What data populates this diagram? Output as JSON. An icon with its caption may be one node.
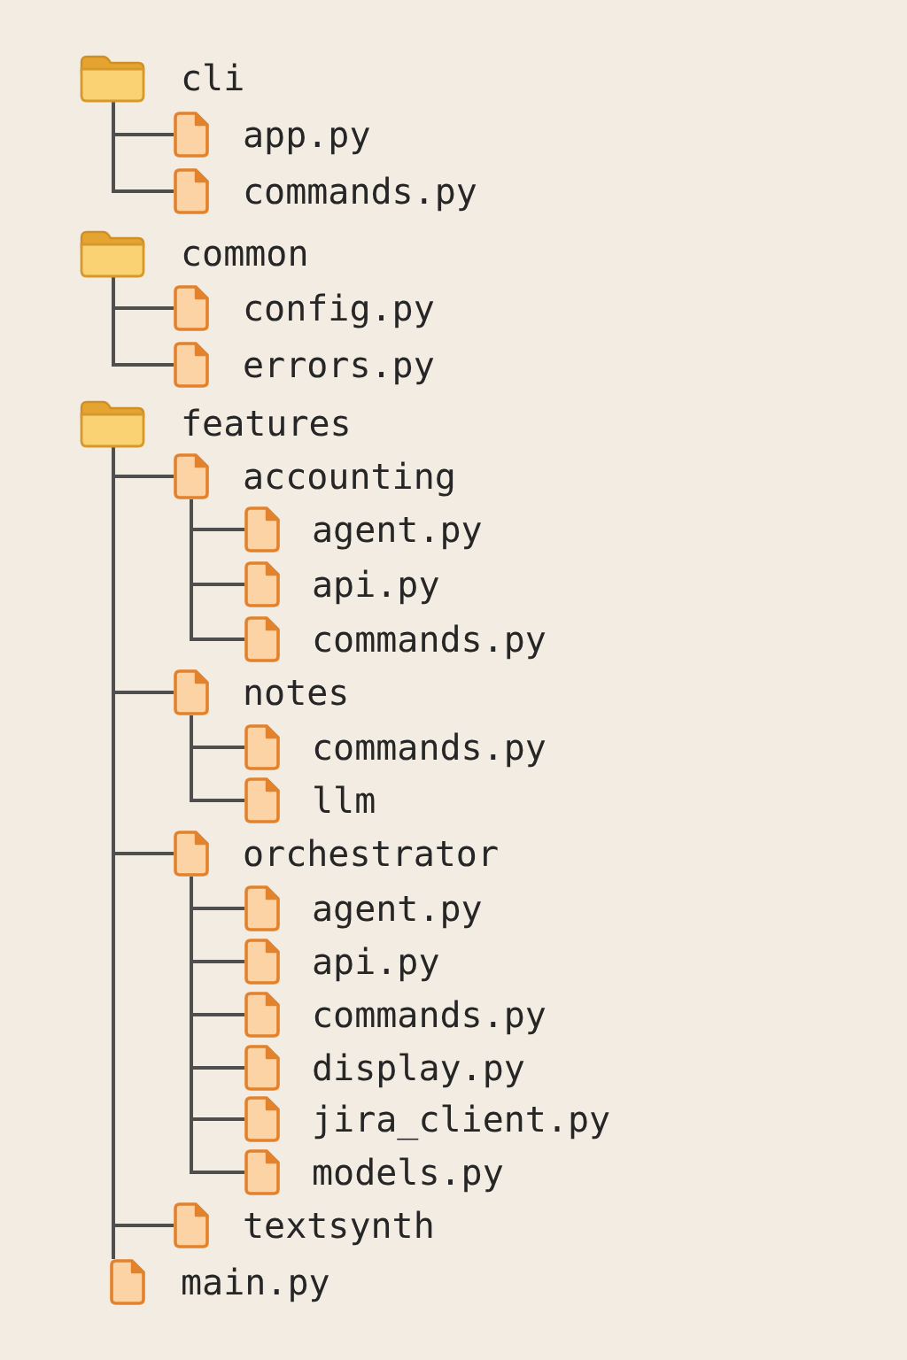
{
  "diagram": {
    "nodes": [
      {
        "text": [
          "cli"
        ]
      },
      {
        "text": [
          "app.py"
        ]
      },
      {
        "text": [
          "commands.py"
        ]
      },
      {
        "text": [
          "common"
        ]
      },
      {
        "text": [
          "config.py"
        ]
      },
      {
        "text": [
          "errors.py"
        ]
      },
      {
        "text": [
          "features"
        ]
      },
      {
        "text": [
          "accounting"
        ]
      },
      {
        "text": [
          "agent.py"
        ]
      },
      {
        "text": [
          "api.py"
        ]
      },
      {
        "text": [
          "commands.py"
        ]
      },
      {
        "text": [
          "notes"
        ]
      },
      {
        "text": [
          "commands.py"
        ]
      },
      {
        "text": [
          "llm"
        ]
      },
      {
        "text": [
          "orchestrator"
        ]
      },
      {
        "text": [
          "agent.py"
        ]
      },
      {
        "text": [
          "api.py"
        ]
      },
      {
        "text": [
          "commands.py"
        ]
      },
      {
        "text": [
          "display.py"
        ]
      },
      {
        "text": [
          "jira_client.py"
        ]
      },
      {
        "text": [
          "models.py"
        ]
      },
      {
        "text": [
          "textsynth"
        ]
      },
      {
        "text": [
          "main.py"
        ]
      }
    ],
    "edges": [
      {
        "from": 0,
        "to": 1,
        "arrow": "none"
      },
      {
        "from": 0,
        "to": 2,
        "arrow": "none"
      },
      {
        "from": 3,
        "to": 4,
        "arrow": "none"
      },
      {
        "from": 3,
        "to": 5,
        "arrow": "none"
      },
      {
        "from": 6,
        "to": 7,
        "arrow": "none"
      },
      {
        "from": 7,
        "to": 8,
        "arrow": "none"
      },
      {
        "from": 7,
        "to": 9,
        "arrow": "none"
      },
      {
        "from": 7,
        "to": 10,
        "arrow": "none"
      },
      {
        "from": 6,
        "to": 11,
        "arrow": "none"
      },
      {
        "from": 11,
        "to": 12,
        "arrow": "none"
      },
      {
        "from": 11,
        "to": 13,
        "arrow": "none"
      },
      {
        "from": 6,
        "to": 14,
        "arrow": "none"
      },
      {
        "from": 14,
        "to": 15,
        "arrow": "none"
      },
      {
        "from": 14,
        "to": 16,
        "arrow": "none"
      },
      {
        "from": 14,
        "to": 17,
        "arrow": "none"
      },
      {
        "from": 14,
        "to": 18,
        "arrow": "none"
      },
      {
        "from": 14,
        "to": 19,
        "arrow": "none"
      },
      {
        "from": 14,
        "to": 20,
        "arrow": "none"
      },
      {
        "from": 6,
        "to": 21,
        "arrow": "none"
      },
      {
        "from": 6,
        "to": 22,
        "arrow": "none"
      }
    ]
  }
}
